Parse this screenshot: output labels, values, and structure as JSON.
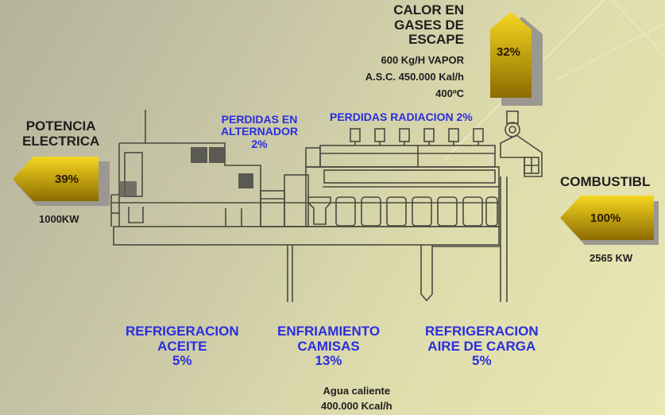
{
  "exhaust": {
    "title_lines": [
      "CALOR EN",
      "GASES DE",
      "ESCAPE"
    ],
    "details": [
      "600 Kg/H VAPOR",
      "A.S.C. 450.000 Kal/h",
      "400ºC"
    ],
    "percent": "32%"
  },
  "electric_power": {
    "title_lines": [
      "POTENCIA",
      "ELECTRICA"
    ],
    "percent": "39%",
    "value": "1000KW"
  },
  "fuel": {
    "title": "COMBUSTIBL",
    "percent": "100%",
    "value": "2565 KW"
  },
  "alternator_losses": {
    "lines": [
      "PERDIDAS EN",
      "ALTERNADOR",
      "2%"
    ]
  },
  "radiation_losses": {
    "label": "PERDIDAS RADIACION 2%"
  },
  "oil_cooling": {
    "lines": [
      "REFRIGERACION",
      "ACEITE",
      "5%"
    ]
  },
  "jacket_cooling": {
    "lines": [
      "ENFRIAMIENTO",
      "CAMISAS",
      "13%"
    ]
  },
  "charge_air_cooling": {
    "lines": [
      "REFRIGERACION",
      "AIRE DE CARGA",
      "5%"
    ]
  },
  "hot_water": {
    "lines": [
      "Agua caliente",
      "400.000 Kcal/h"
    ]
  },
  "colors": {
    "arrow_top": "#f6d620",
    "arrow_bottom": "#8c6c00",
    "loss_text": "#2a2ee0",
    "line": "#4a4a40"
  }
}
